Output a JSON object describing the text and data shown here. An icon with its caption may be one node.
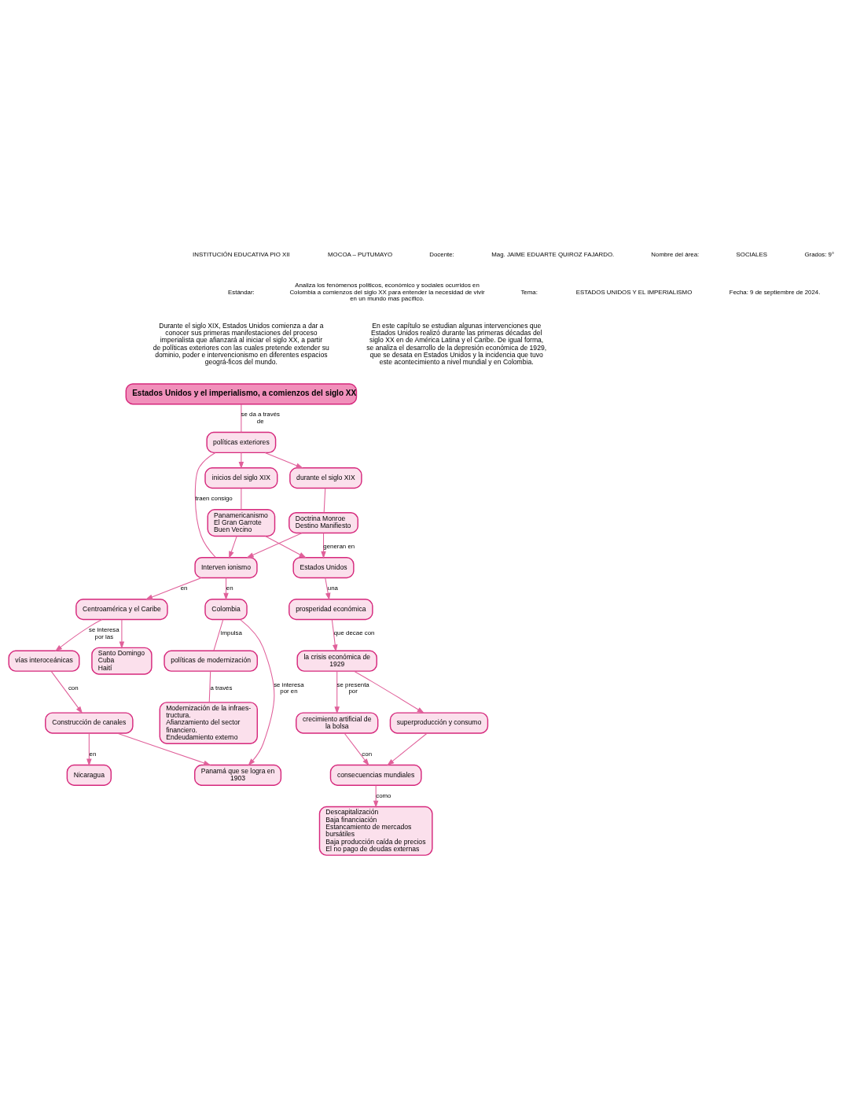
{
  "diagram": {
    "nodes": [
      {
        "text": [
          "Estados Unidos y el imperialismo, a comienzos del siglo XX"
        ]
      },
      {
        "text": [
          "durante el siglo XIX"
        ]
      },
      {
        "text": [
          "políticas exteriores"
        ]
      },
      {
        "text": [
          "inicios del siglo XIX"
        ]
      },
      {
        "text": [
          "Doctrina Monroe",
          "Destino Manifiesto"
        ]
      },
      {
        "text": [
          "Interven ionismo"
        ]
      },
      {
        "text": [
          "Panamericanismo",
          "El Gran Garrote",
          "Buen Vecino"
        ]
      },
      {
        "text": [
          "Centroamérica y el Caribe"
        ]
      },
      {
        "text": [
          "Colombia"
        ]
      },
      {
        "text": [
          "vías interoceánicas"
        ]
      },
      {
        "text": [
          "Construcción de canales"
        ]
      },
      {
        "text": [
          "Nicaragua"
        ]
      },
      {
        "text": [
          "Santo Domingo",
          "Cuba",
          "Haití"
        ]
      },
      {
        "text": [
          "Panamá que se logra en 1903"
        ]
      },
      {
        "text": [
          "políticas de modernización"
        ]
      },
      {
        "text": [
          "Modernización de la infraes-tructura.",
          "Afianzamiento del sector financiero.",
          "Endeudamiento externo"
        ]
      },
      {
        "text": [
          "Estados Unidos"
        ]
      },
      {
        "text": [
          "prosperidad económica"
        ]
      },
      {
        "text": [
          "la crisis económica de 1929"
        ]
      },
      {
        "text": [
          "crecimiento artificial de la bolsa"
        ]
      },
      {
        "text": [
          "superproducción y consumo"
        ]
      },
      {
        "text": [
          "consecuencias mundiales"
        ]
      },
      {
        "text": [
          "Descapitalización",
          "Baja financiación",
          "Estancamiento de mercados bursátiles",
          "Baja producción caída de precios",
          "El no pago de deudas externas"
        ]
      }
    ],
    "edges": [
      {
        "from": 0,
        "to": 2,
        "arrow": "none",
        "label": "se da a través de"
      },
      {
        "from": 2,
        "to": 1,
        "arrow": "to"
      },
      {
        "from": 2,
        "to": 3,
        "arrow": "to"
      },
      {
        "from": 1,
        "to": 4,
        "arrow": "none"
      },
      {
        "from": 3,
        "to": 6,
        "arrow": "none"
      },
      {
        "from": 2,
        "to": 5,
        "arrow": "none",
        "label": "traen consigo"
      },
      {
        "from": 4,
        "to": 5,
        "arrow": "to"
      },
      {
        "from": 6,
        "to": 5,
        "arrow": "to"
      },
      {
        "from": 5,
        "to": 7,
        "arrow": "to",
        "label": "en"
      },
      {
        "from": 5,
        "to": 8,
        "arrow": "to",
        "label": "en"
      },
      {
        "from": 7,
        "to": 9,
        "arrow": "to",
        "label": "se interesa por las"
      },
      {
        "from": 7,
        "to": 12,
        "arrow": "to"
      },
      {
        "from": 9,
        "to": 10,
        "arrow": "to",
        "label": "con"
      },
      {
        "from": 10,
        "to": 11,
        "arrow": "to",
        "label": "en"
      },
      {
        "from": 10,
        "to": 13,
        "arrow": "to"
      },
      {
        "from": 8,
        "to": 13,
        "arrow": "to",
        "label": "se interesa por en"
      },
      {
        "from": 8,
        "to": 14,
        "arrow": "none",
        "label": "impulsa"
      },
      {
        "from": 14,
        "to": 15,
        "arrow": "none",
        "label": "a través"
      },
      {
        "from": 4,
        "to": 16,
        "arrow": "to",
        "label": "generan en"
      },
      {
        "from": 6,
        "to": 16,
        "arrow": "to"
      },
      {
        "from": 16,
        "to": 17,
        "arrow": "to",
        "label": "una"
      },
      {
        "from": 17,
        "to": 18,
        "arrow": "to",
        "label": "que decae con"
      },
      {
        "from": 18,
        "to": 19,
        "arrow": "to",
        "label": "se presenta por"
      },
      {
        "from": 18,
        "to": 20,
        "arrow": "to"
      },
      {
        "from": 19,
        "to": 21,
        "arrow": "to",
        "label": "con"
      },
      {
        "from": 20,
        "to": 21,
        "arrow": "to"
      },
      {
        "from": 21,
        "to": 22,
        "arrow": "to",
        "label": "como"
      }
    ],
    "labels": [
      "INSTITUCIÓN EDUCATIVA PIO XII",
      "MOCOA – PUTUMAYO",
      "Docente:",
      "Mag. JAIME EDUARTE QUIROZ FAJARDO.",
      "Nombre del área:",
      "SOCIALES",
      "Grados: 9°",
      "Estándar:",
      "Analiza los fenómenos politicos, económico y sociales ocurridos en Colombia a comienzos del siglo XX para entender la necesidad de vivir en un mundo mas pacífico.",
      "Tema:",
      "ESTADOS UNIDOS Y EL IMPERIALISMO",
      "Fecha: 9 de septiembre de 2024.",
      "Durante el siglo XIX, Estados Unidos comienza a dar a conocer sus primeras manifestaciones del proceso imperialista que afianzará al iniciar el siglo XX, a partir de políticas exteriores con las cuales pretende extender su dominio, poder e intervencionismo en diferentes espacios geográ-ficos del mundo.",
      "En este capítulo se estudian algunas intervenciones que Estados Unidos realizó durante las primeras décadas del siglo XX en de América Latina y el Caribe. De igual forma, se analiza el desarrollo de la depresión económica de 1929, que se desata en Estados Unidos y la incidencia que tuvo este acontecimiento a nivel mundial y en Colombia."
    ]
  }
}
